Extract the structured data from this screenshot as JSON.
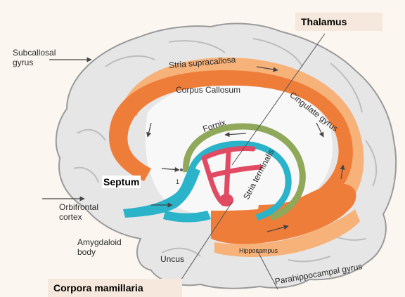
{
  "labels": {
    "thalamus": "Thalamus",
    "subcallosal": "Subcallosal\ngyrus",
    "stria_supracallosa": "Stria supracallosa",
    "corpus_callosum": "Corpus Callosum",
    "cingulate_gyrus": "Cingulate gyrus",
    "fornix": "Fornix",
    "septum": "Septum",
    "stria_terminalis": "Stria terminalis",
    "orbitofrontal": "Orbifrontal\ncortex",
    "amygdaloid": "Amygdaloid\nbody",
    "uncus": "Uncus",
    "hippocampus": "Hippocampus",
    "parahippocampal": "Parahippocampal gyrus",
    "corpora_mamillaria": "Corpora mamillaria",
    "marker_1": "1"
  },
  "colors": {
    "brain": "#e6e6e6",
    "brain_outline": "#9a9a9a",
    "corpus_callosum": "#ef7d3a",
    "fornix": "#8fa85a",
    "stria_terminalis": "#2bb3c9",
    "thalamus": "#e04a63",
    "label_box": "#f6e8dc"
  }
}
